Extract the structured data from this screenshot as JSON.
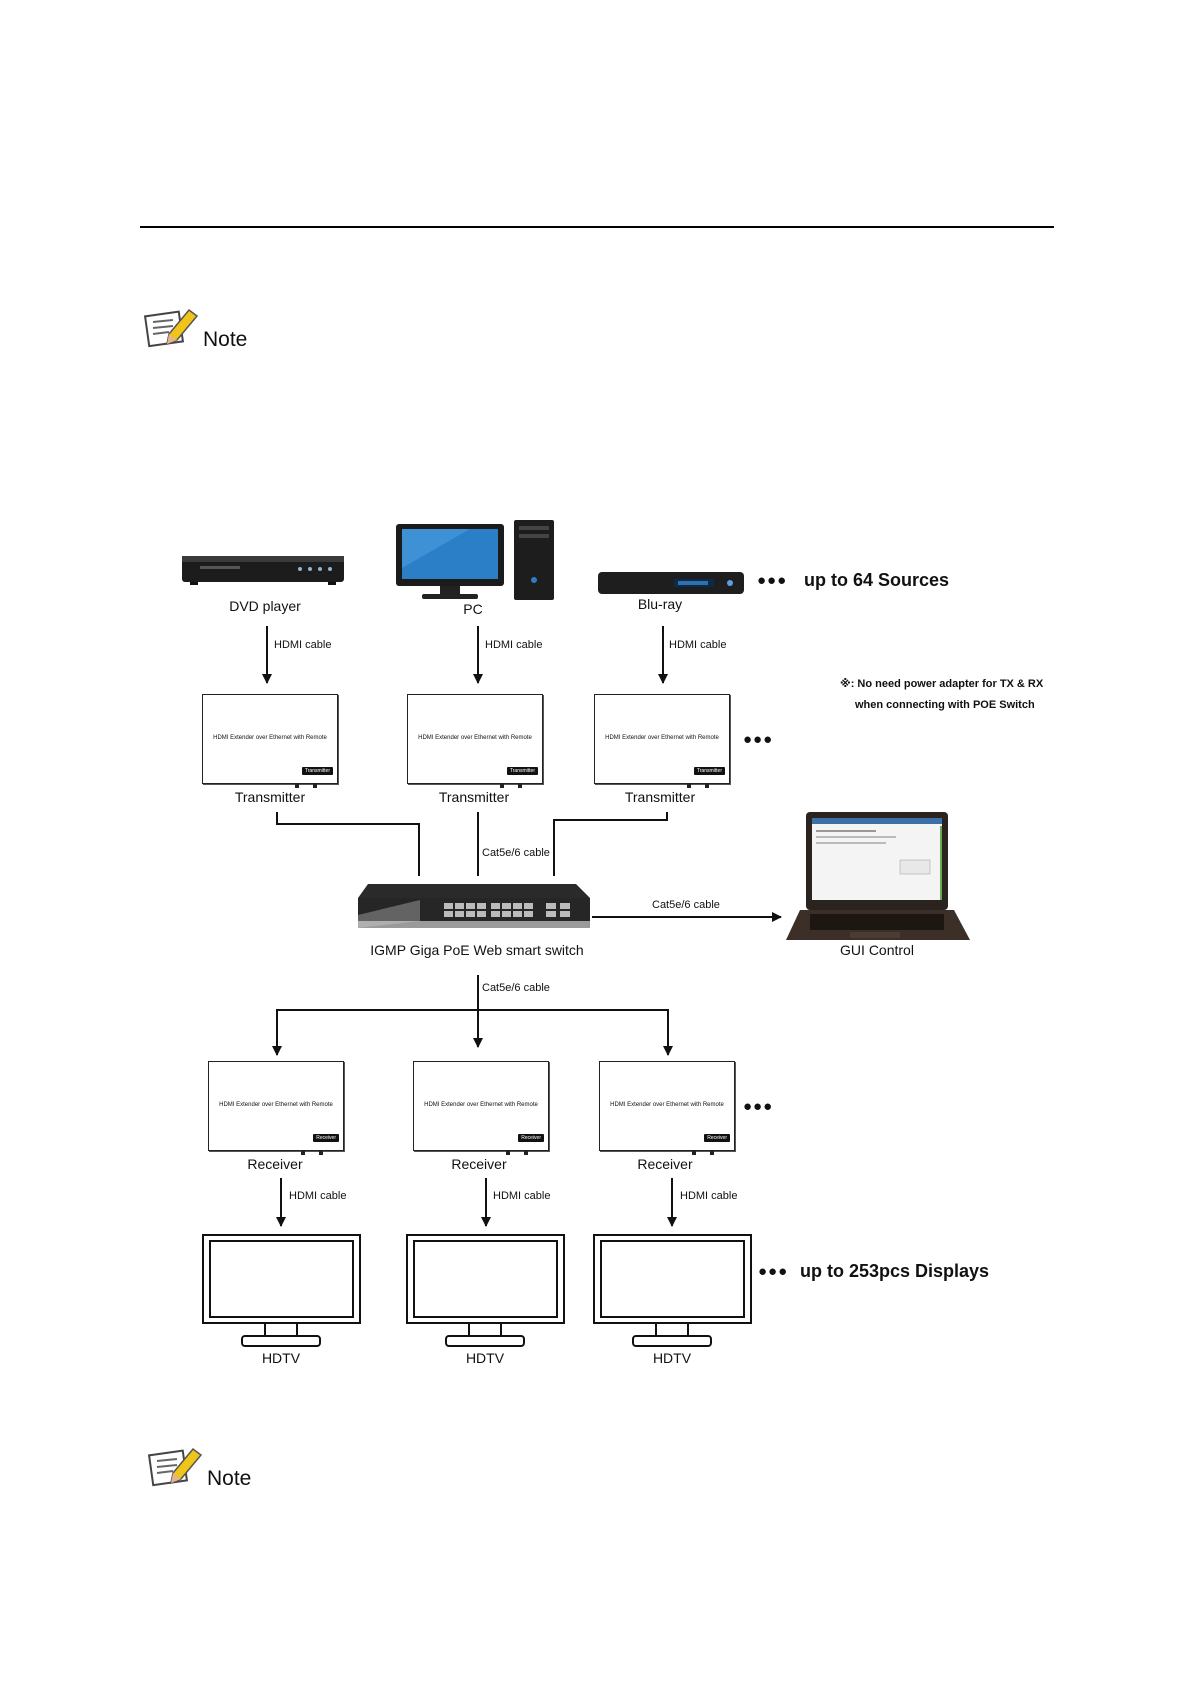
{
  "note_label": "Note",
  "sources": [
    {
      "label": "DVD player"
    },
    {
      "label": "PC"
    },
    {
      "label": "Blu-ray"
    }
  ],
  "sources_summary": "up to 64 Sources",
  "displays_summary": "up to 253pcs Displays",
  "hdmi_cable": "HDMI cable",
  "cat_cable": "Cat5e/6 cable",
  "dots": "●●●",
  "box_title": "HDMI Extender over Ethernet with Remote",
  "transmitter": {
    "label": "Transmitter",
    "tag": "Transmitter"
  },
  "receiver": {
    "label": "Receiver",
    "tag": "Receiver"
  },
  "poe_note_1": "※: No need power adapter for TX & RX",
  "poe_note_2": "when connecting with POE Switch",
  "switch_label": "IGMP Giga PoE Web smart switch",
  "gui_label": "GUI Control",
  "display_label": "HDTV",
  "colors": {
    "line": "#111111",
    "screen_blue": "#1a63a8",
    "device_dark": "#222222"
  }
}
